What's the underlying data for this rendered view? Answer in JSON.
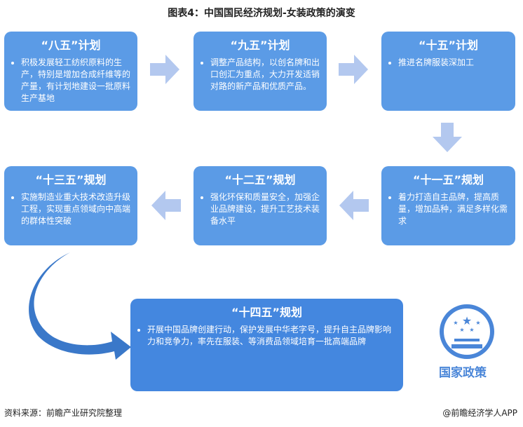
{
  "title": "图表4：中国国民经济规划-女装政策的演变",
  "boxes": [
    {
      "heading": "“八五”计划",
      "text": "积极发展轻工纺织原料的生产，特别是增加合成纤维等的产量，有计划地建设一批原料生产基地"
    },
    {
      "heading": "“九五”计划",
      "text": "调整产品结构，以创名牌和出口创汇为重点，大力开发适销对路的新产品和优质产品。"
    },
    {
      "heading": "“十五”计划",
      "text": "推进名牌服装深加工"
    },
    {
      "heading": "“十一五”规划",
      "text": "着力打造自主品牌，提高质量，增加品种，满足多样化需求"
    },
    {
      "heading": "“十二五”规划",
      "text": "强化环保和质量安全，加强企业品牌建设，提升工艺技术装备水平"
    },
    {
      "heading": "“十三五”规划",
      "text": "实施制造业重大技术改造升级工程，实现重点领域向中高端的群体性突破"
    },
    {
      "heading": "“十四五”规划",
      "text": "开展中国品牌创建行动，保护发展中华老字号，提升自主品牌影响力和竞争力，率先在服装、等消费品领域培育一批高端品牌"
    }
  ],
  "seal_label": "国家政策",
  "footer": {
    "source": "资料来源：前瞻产业研究院整理",
    "credit": "@前瞻经济学人APP"
  },
  "colors": {
    "box": "#5b9be6",
    "box_final": "#4487df",
    "arrow": "#b3c8ef"
  }
}
